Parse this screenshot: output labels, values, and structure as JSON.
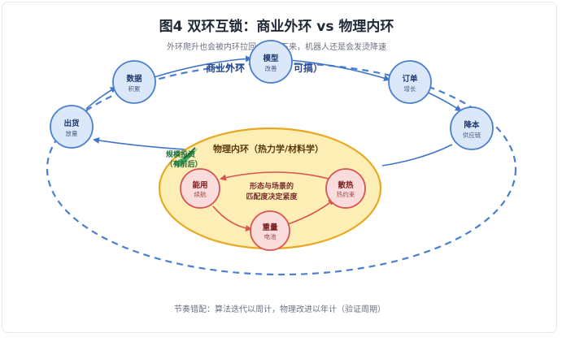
{
  "title": "图4 双环互锁：商业外环 vs 物理内环",
  "subtitle": "外环爬升也会被内环拉回——慢下来，机器人还是会发烫降速",
  "outer_loop_label": "商业外环（可迭代，可搞）",
  "inner_loop_label": "物理内环（热力学/材料学）",
  "center_label_line1": "形态与场景的",
  "center_label_line2": "匹配度决定紧度",
  "annotation_line1": "规模投资",
  "annotation_line2": "（有前后）",
  "footer": "节奏错配：算法迭代以周计，物理改进以年计（验证周期）",
  "outer_nodes": {
    "model": {
      "title": "模型",
      "sub": "改善"
    },
    "data": {
      "title": "数据",
      "sub": "积累"
    },
    "order": {
      "title": "订单",
      "sub": "增长"
    },
    "ship": {
      "title": "出货",
      "sub": "放量"
    },
    "cost": {
      "title": "降本",
      "sub": "供应链"
    }
  },
  "inner_nodes": {
    "energy": {
      "title": "能用",
      "sub": "续航"
    },
    "heat": {
      "title": "散热",
      "sub": "热约束"
    },
    "weight": {
      "title": "重量",
      "sub": "电池"
    }
  },
  "colors": {
    "outer_ring": "#4a7fd0",
    "outer_node_fill": "#dbe8fa",
    "inner_fill": "#fdeeb6",
    "inner_stroke": "#e8a821",
    "inner_node_fill": "#fbdcdc",
    "inner_node_stroke": "#d9534f",
    "annotation": "#1f6b3a"
  }
}
